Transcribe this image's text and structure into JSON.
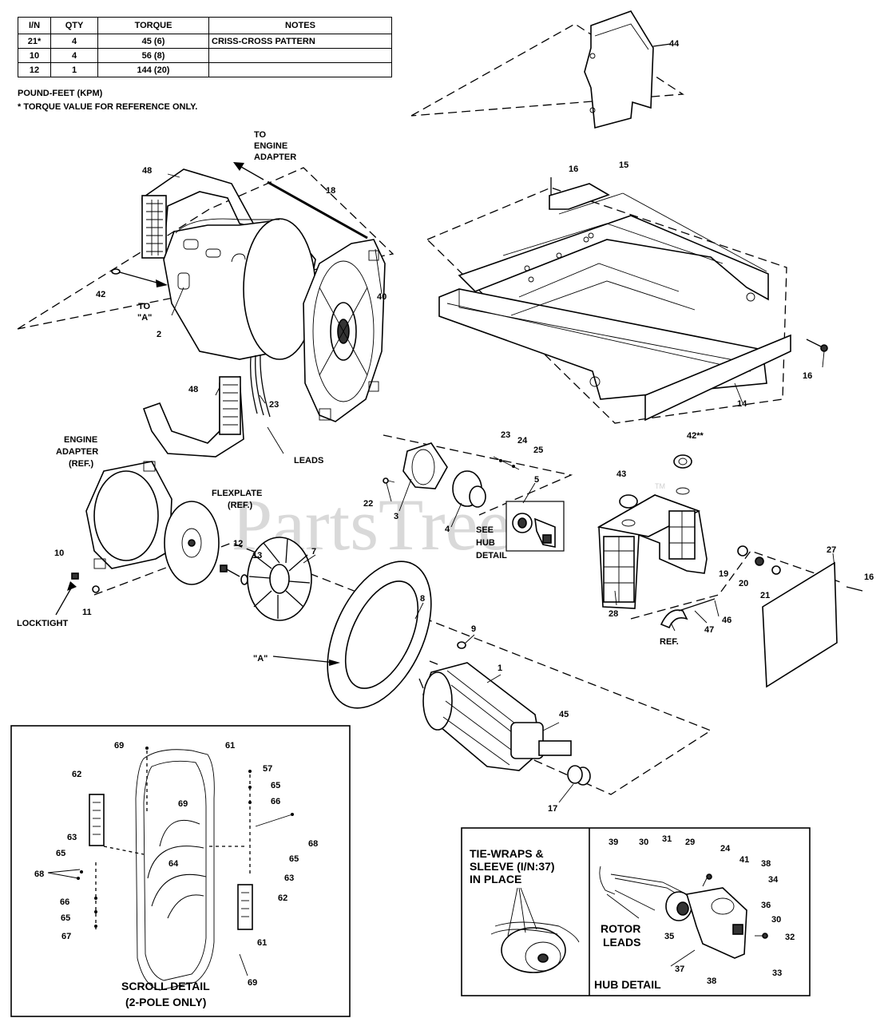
{
  "torque_table": {
    "headers": [
      "I/N",
      "QTY",
      "TORQUE",
      "NOTES"
    ],
    "rows": [
      {
        "in": "21*",
        "qty": "4",
        "torque": "45 (6)",
        "notes": "CRISS-CROSS PATTERN"
      },
      {
        "in": "10",
        "qty": "4",
        "torque": "56 (8)",
        "notes": ""
      },
      {
        "in": "12",
        "qty": "1",
        "torque": "144 (20)",
        "notes": ""
      }
    ],
    "units_note": "POUND-FEET (KPM)",
    "reference_note": "* TORQUE VALUE FOR REFERENCE ONLY."
  },
  "labels": {
    "to_engine_adapter": [
      "TO",
      "ENGINE",
      "ADAPTER"
    ],
    "to_a": [
      "TO",
      "\"A\""
    ],
    "leads": "LEADS",
    "engine_adapter": [
      "ENGINE",
      "ADAPTER",
      "(REF.)"
    ],
    "flexplate": [
      "FLEXPLATE",
      "(REF.)"
    ],
    "locktight": "LOCKTIGHT",
    "see_hub_detail": [
      "SEE",
      "HUB",
      "DETAIL"
    ],
    "ref": "REF.",
    "a_marker": "\"A\"",
    "tie_wraps": [
      "TIE-WRAPS &",
      "SLEEVE (I/N:37)",
      "IN PLACE"
    ],
    "rotor_leads": [
      "ROTOR",
      "LEADS"
    ],
    "hub_detail": "HUB DETAIL",
    "scroll_detail": [
      "SCROLL DETAIL",
      "(2-POLE ONLY)"
    ]
  },
  "watermark": "PartsTree",
  "trademark": "TM",
  "callouts": {
    "main": [
      "44",
      "48",
      "18",
      "15",
      "16",
      "42",
      "2",
      "40",
      "23",
      "48",
      "16",
      "14",
      "22",
      "3",
      "23",
      "24",
      "25",
      "5",
      "42**",
      "43",
      "4",
      "12",
      "13",
      "7",
      "10",
      "11",
      "8",
      "9",
      "1",
      "45",
      "17",
      "19",
      "20",
      "21",
      "27",
      "16",
      "28",
      "46",
      "47"
    ],
    "scroll": [
      "69",
      "61",
      "57",
      "65",
      "66",
      "62",
      "69",
      "63",
      "65",
      "68",
      "64",
      "63",
      "68",
      "65",
      "66",
      "65",
      "67",
      "62",
      "61",
      "69"
    ],
    "hub": [
      "39",
      "30",
      "31",
      "29",
      "24",
      "41",
      "38",
      "34",
      "36",
      "30",
      "32",
      "35",
      "37",
      "38",
      "33"
    ]
  }
}
